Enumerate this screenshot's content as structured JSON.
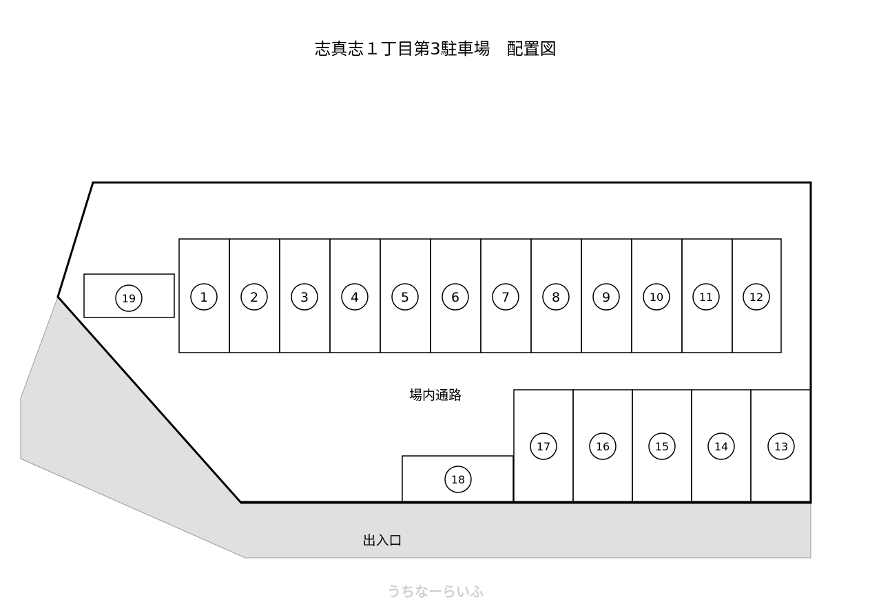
{
  "title": "志真志１丁目第3駐車場　配置図",
  "labels": {
    "passage": "場内通路",
    "entrance": "出入口"
  },
  "watermark": "うちなーらいふ",
  "spaces": [
    "1",
    "2",
    "3",
    "4",
    "5",
    "6",
    "7",
    "8",
    "9",
    "10",
    "11",
    "12",
    "13",
    "14",
    "15",
    "16",
    "17",
    "18",
    "19"
  ],
  "colors": {
    "road_fill": "#e0e0e0",
    "line": "#000000"
  }
}
